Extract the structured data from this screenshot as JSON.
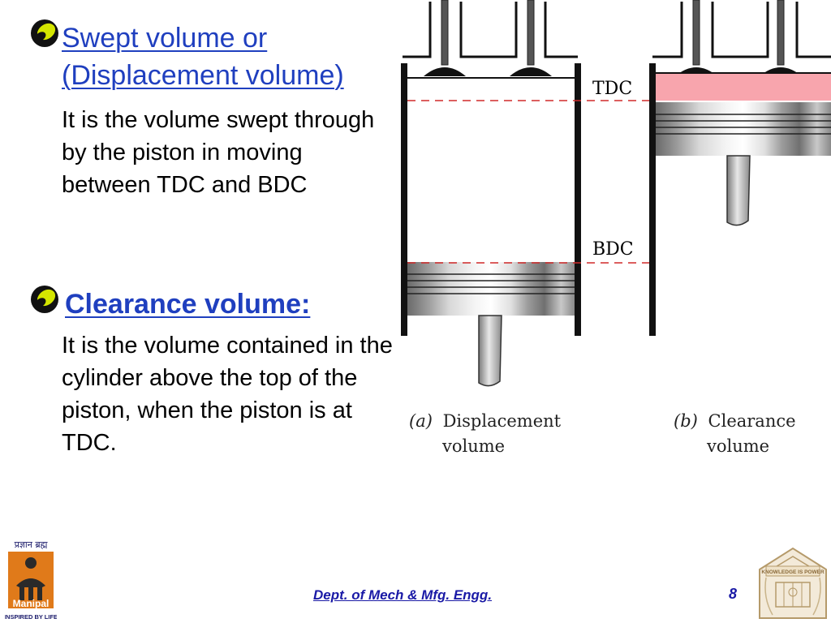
{
  "sections": [
    {
      "heading_line1": "Swept volume or",
      "heading_line2": "(Displacement volume)",
      "body": "It is the volume swept through by the piston in moving between TDC and BDC"
    },
    {
      "heading": "Clearance volume:",
      "body": "It is the  volume contained in the cylinder above the top of the piston, when the piston is at TDC."
    }
  ],
  "diagram": {
    "tdc_label": "TDC",
    "bdc_label": "BDC",
    "caption_a_letter": "(a)",
    "caption_a_line1": "Displacement",
    "caption_a_line2": "volume",
    "caption_b_letter": "(b)",
    "caption_b_line1": "Clearance",
    "caption_b_line2": "volume",
    "clearance_fill_color": "#f8a5ad"
  },
  "footer": {
    "dept": "Dept. of Mech & Mfg. Engg.",
    "page_number": "8",
    "left_logo_top_text": "प्रज्ञान ब्रह्म",
    "left_logo_name": "Manipal",
    "left_logo_tagline": "INSPIRED BY LIFE",
    "right_logo_motto": "KNOWLEDGE IS POWER"
  },
  "colors": {
    "heading_blue": "#1f3fbf",
    "footer_blue": "#1a1aa6",
    "logo_orange": "#e07a1a"
  }
}
